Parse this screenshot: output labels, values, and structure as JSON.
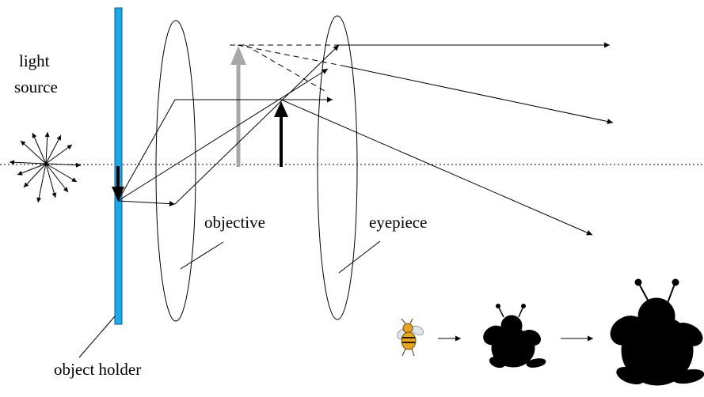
{
  "labels": {
    "light_source_line1": "light",
    "light_source_line2": "source",
    "objective": "objective",
    "eyepiece": "eyepiece",
    "object_holder": "object holder"
  },
  "colors": {
    "holder_fill": "#1ea9e8",
    "holder_stroke": "#0a5a8c",
    "intermediate_image": "#a8a8a8",
    "ray": "#000000",
    "bee_body": "#e8a320"
  }
}
